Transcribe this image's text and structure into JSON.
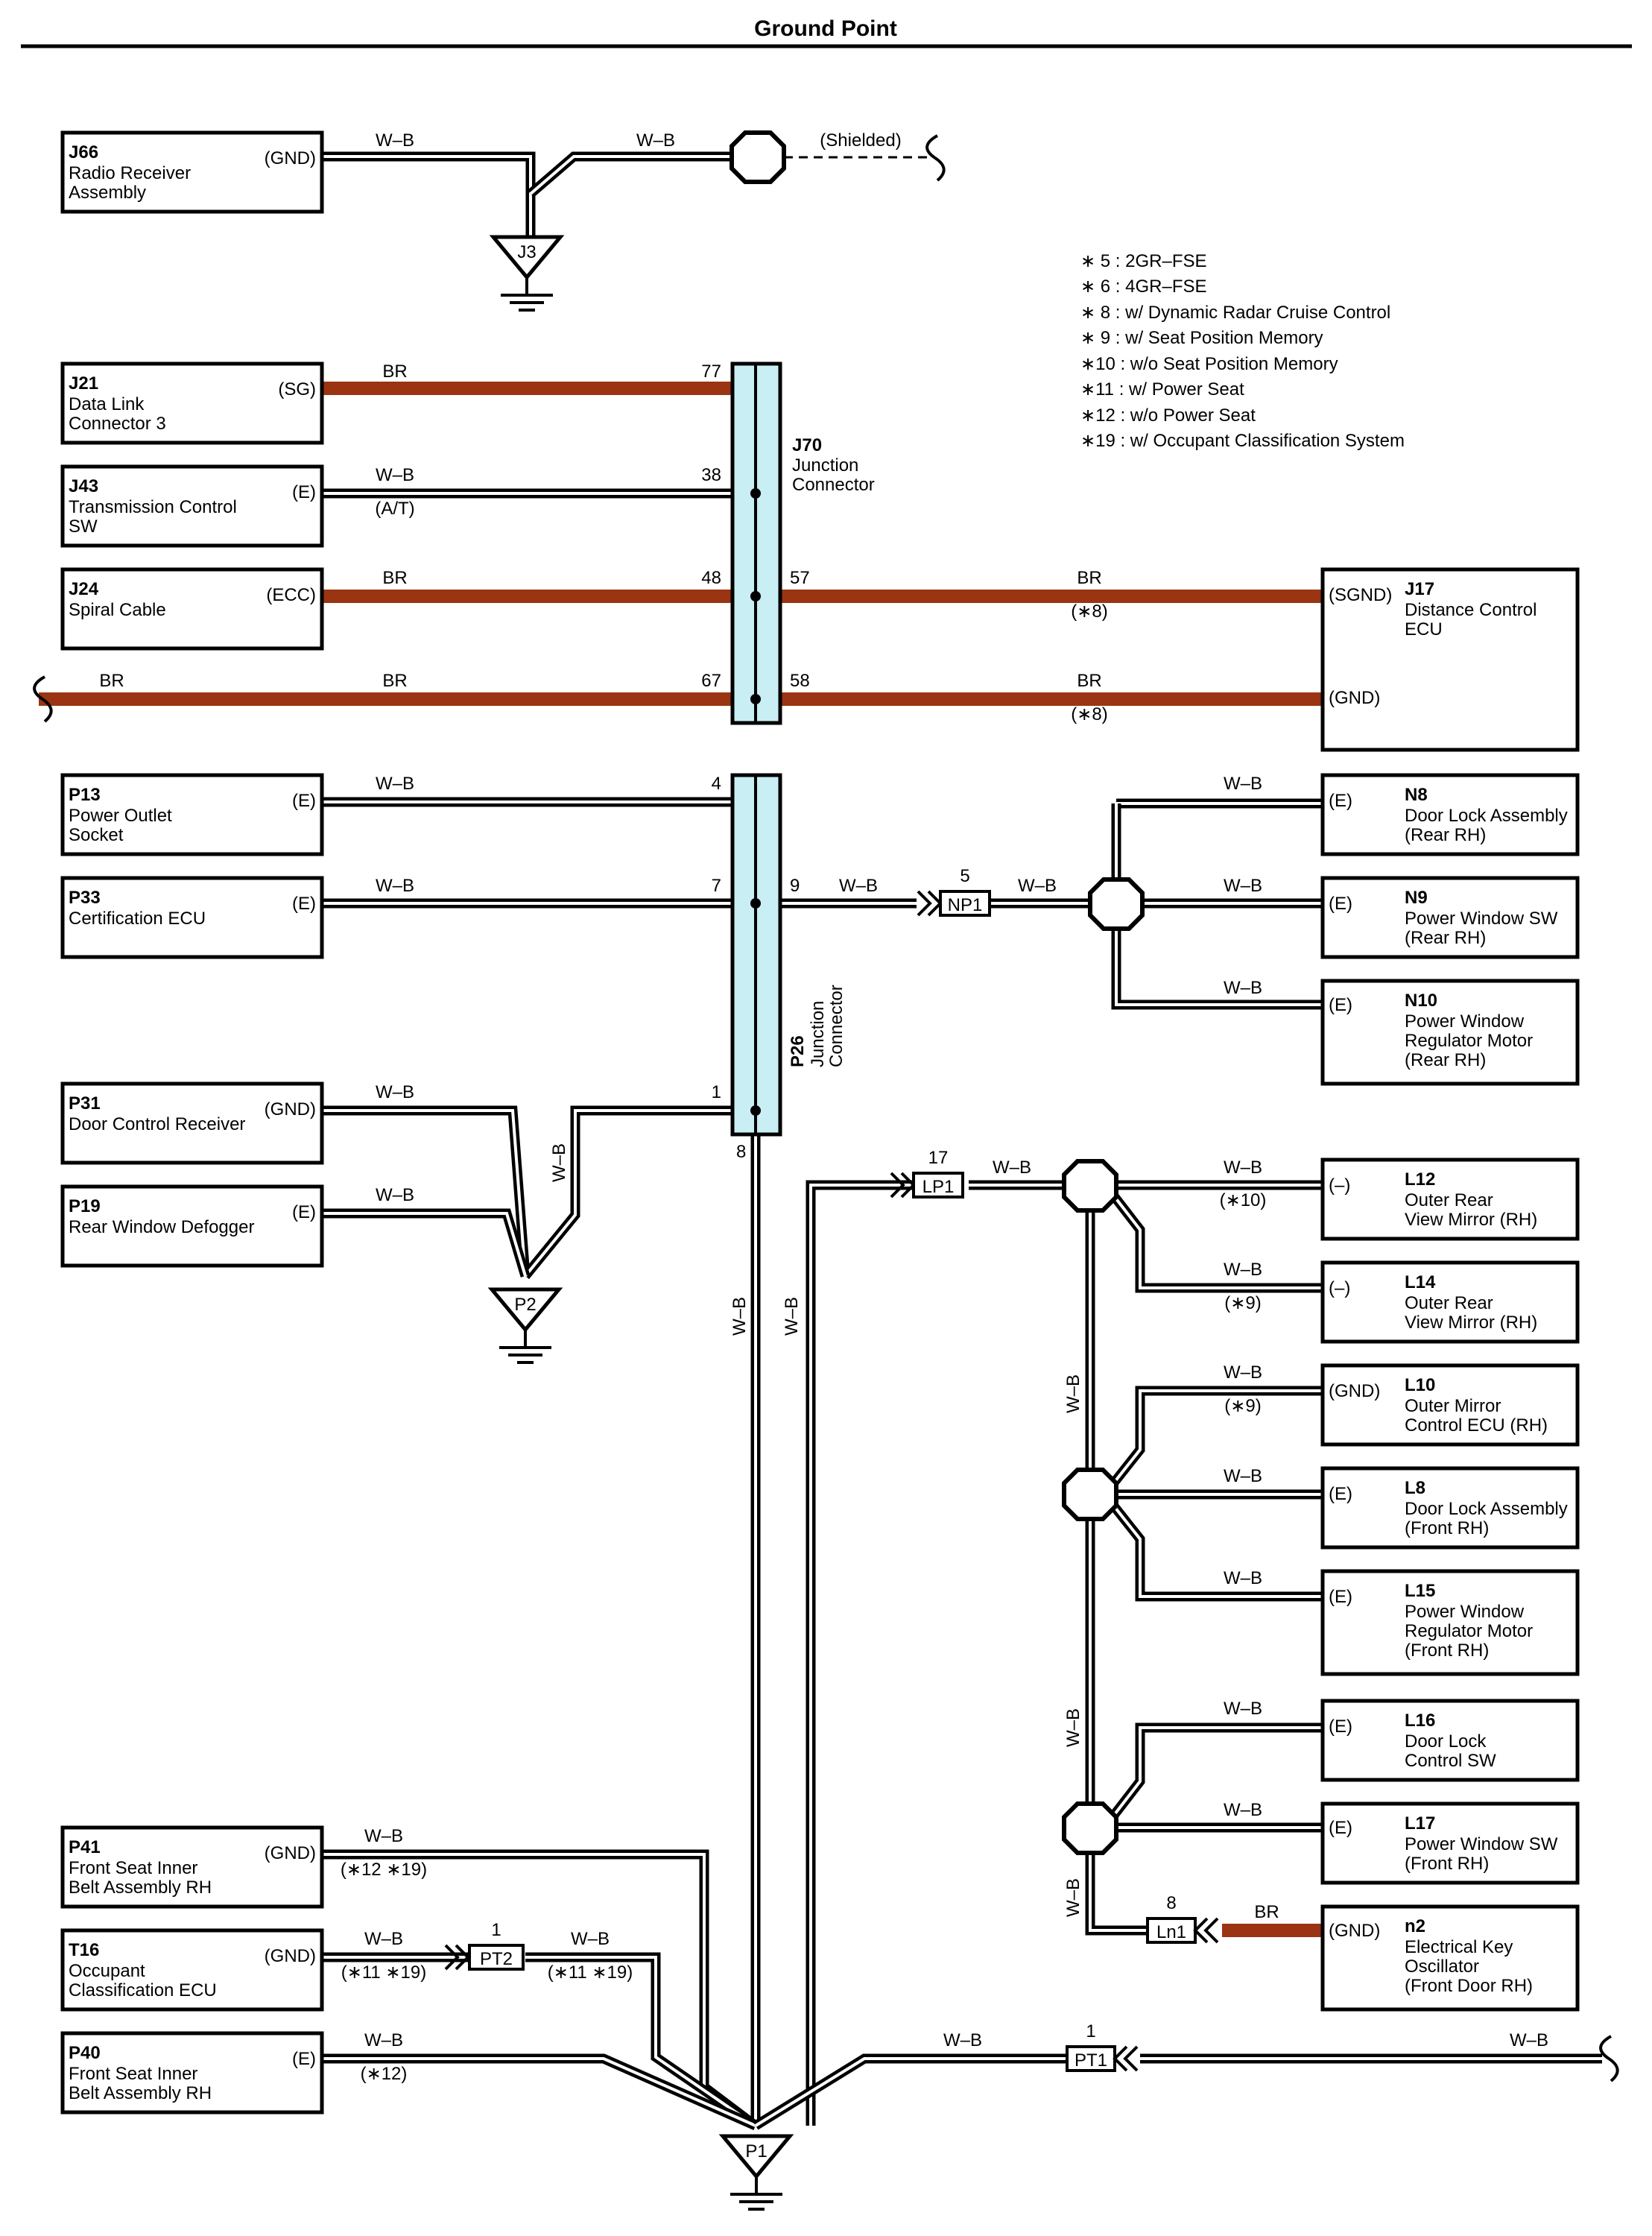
{
  "title": "Ground Point",
  "legend": [
    "∗ 5 : 2GR–FSE",
    "∗ 6 : 4GR–FSE",
    "∗ 8 : w/ Dynamic Radar Cruise Control",
    "∗ 9 : w/ Seat Position Memory",
    "∗10 : w/o Seat Position Memory",
    "∗11 : w/ Power Seat",
    "∗12 : w/o Power Seat",
    "∗19 : w/ Occupant Classification System"
  ],
  "wire_colors": {
    "brown": "#9a3412",
    "junction_fill": "#c9eef4"
  },
  "components": {
    "J66": {
      "code": "J66",
      "lines": [
        "Radio Receiver",
        "Assembly"
      ],
      "pin": "(GND)"
    },
    "J21": {
      "code": "J21",
      "lines": [
        "Data Link",
        "Connector 3"
      ],
      "pin": "(SG)"
    },
    "J43": {
      "code": "J43",
      "lines": [
        "Transmission Control",
        "SW"
      ],
      "pin": "(E)"
    },
    "J24": {
      "code": "J24",
      "lines": [
        "Spiral Cable"
      ],
      "pin": "(ECC)"
    },
    "P13": {
      "code": "P13",
      "lines": [
        "Power Outlet",
        "Socket"
      ],
      "pin": "(E)"
    },
    "P33": {
      "code": "P33",
      "lines": [
        "Certification ECU"
      ],
      "pin": "(E)"
    },
    "P31": {
      "code": "P31",
      "lines": [
        "Door Control Receiver"
      ],
      "pin": "(GND)"
    },
    "P19": {
      "code": "P19",
      "lines": [
        "Rear Window Defogger"
      ],
      "pin": "(E)"
    },
    "P41": {
      "code": "P41",
      "lines": [
        "Front Seat Inner",
        "Belt Assembly RH"
      ],
      "pin": "(GND)"
    },
    "T16": {
      "code": "T16",
      "lines": [
        "Occupant",
        "Classification ECU"
      ],
      "pin": "(GND)"
    },
    "P40": {
      "code": "P40",
      "lines": [
        "Front Seat Inner",
        "Belt Assembly RH"
      ],
      "pin": "(E)"
    },
    "J17": {
      "code": "J17",
      "lines": [
        "Distance Control",
        "ECU"
      ],
      "pins": [
        "(SGND)",
        "(GND)"
      ]
    },
    "N8": {
      "code": "N8",
      "lines": [
        "Door Lock Assembly",
        "(Rear RH)"
      ],
      "pin": "(E)"
    },
    "N9": {
      "code": "N9",
      "lines": [
        "Power Window SW",
        "(Rear RH)"
      ],
      "pin": "(E)"
    },
    "N10": {
      "code": "N10",
      "lines": [
        "Power Window",
        "Regulator Motor",
        "(Rear RH)"
      ],
      "pin": "(E)"
    },
    "L12": {
      "code": "L12",
      "lines": [
        "Outer Rear",
        "View Mirror (RH)"
      ],
      "pin": "(–)"
    },
    "L14": {
      "code": "L14",
      "lines": [
        "Outer Rear",
        "View Mirror (RH)"
      ],
      "pin": "(–)"
    },
    "L10": {
      "code": "L10",
      "lines": [
        "Outer Mirror",
        "Control ECU (RH)"
      ],
      "pin": "(GND)"
    },
    "L8": {
      "code": "L8",
      "lines": [
        "Door Lock Assembly",
        "(Front RH)"
      ],
      "pin": "(E)"
    },
    "L15": {
      "code": "L15",
      "lines": [
        "Power Window",
        "Regulator Motor",
        "(Front RH)"
      ],
      "pin": "(E)"
    },
    "L16": {
      "code": "L16",
      "lines": [
        "Door Lock",
        "Control SW"
      ],
      "pin": "(E)"
    },
    "L17": {
      "code": "L17",
      "lines": [
        "Power Window SW",
        "(Front RH)"
      ],
      "pin": "(E)"
    },
    "n2": {
      "code": "n2",
      "lines": [
        "Electrical Key",
        "Oscillator",
        "(Front Door RH)"
      ],
      "pin": "(GND)"
    }
  },
  "junctions": {
    "J70": {
      "code": "J70",
      "lines": [
        "Junction",
        "Connector"
      ],
      "pins_left": [
        "77",
        "38",
        "48",
        "67"
      ],
      "pins_right": [
        "57",
        "58"
      ]
    },
    "P26": {
      "code": "P26",
      "lines": [
        "Junction",
        "Connector"
      ],
      "pins_left": [
        "4",
        "7",
        "1"
      ],
      "pins_right": [
        "9"
      ],
      "pin_bottom": "8"
    }
  },
  "grounds": [
    "J3",
    "P2",
    "P1"
  ],
  "inline_connectors": {
    "NP1": {
      "code": "NP1",
      "pin": "5"
    },
    "LP1": {
      "code": "LP1",
      "pin": "17"
    },
    "PT2": {
      "code": "PT2",
      "pin": "1"
    },
    "Ln1": {
      "code": "Ln1",
      "pin": "8"
    },
    "PT1": {
      "code": "PT1",
      "pin": "1"
    }
  },
  "wire_labels": {
    "wb": "W–B",
    "br": "BR",
    "shielded": "(Shielded)",
    "at": "(A/T)",
    "c8": "(∗8)",
    "c9": "(∗9)",
    "c10": "(∗10)",
    "c12": "(∗12)",
    "c12_19": "(∗12 ∗19)",
    "c11_19": "(∗11 ∗19)"
  }
}
